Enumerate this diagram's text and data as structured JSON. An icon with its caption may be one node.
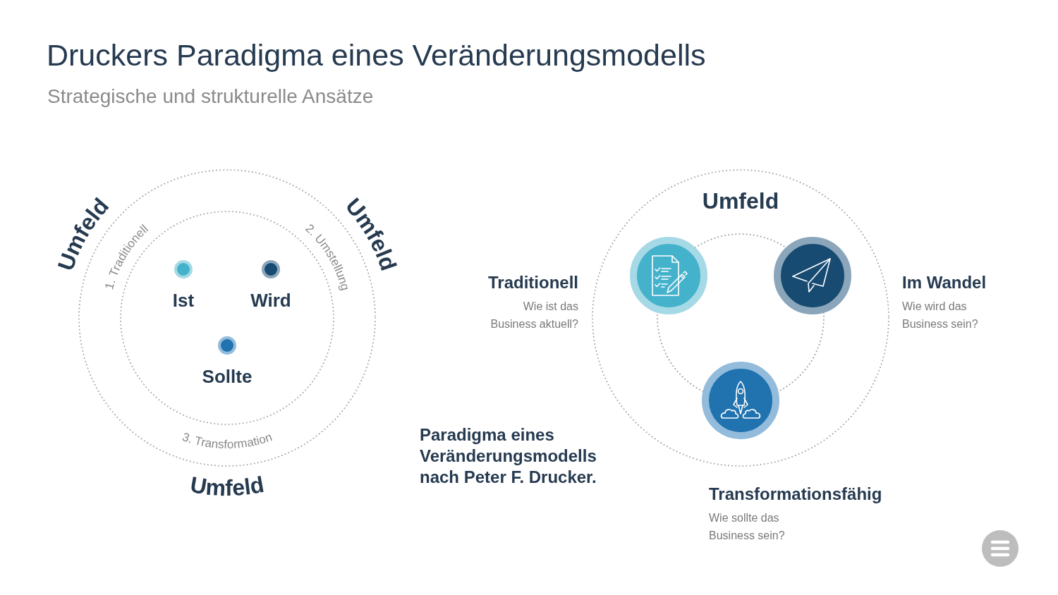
{
  "diagram": {
    "title": "Druckers Paradigma eines Veränderungsmodells",
    "nodes": [
      {
        "text": [
          "1. Traditionell",
          "2. Umstellung",
          "3. Transformation"
        ],
        "beside": [
          "Umfeld",
          "Umfeld",
          "Umfeld"
        ]
      },
      {
        "text": [],
        "shape": "circle",
        "in": 0
      },
      {
        "text": [
          "Ist"
        ],
        "in": 1
      },
      {
        "text": [
          "Wird"
        ],
        "in": 1
      },
      {
        "text": [
          "Sollte"
        ],
        "in": 1
      },
      {
        "text": [
          "Umfeld"
        ]
      },
      {
        "text": [],
        "shape": "circle",
        "in": 5,
        "beside": [
          "Traditionell",
          "Wie ist das Business aktuell?"
        ]
      },
      {
        "text": [],
        "shape": "circle",
        "in": 5,
        "beside": [
          "Im Wandel",
          "Wie wird das Business sein?"
        ]
      },
      {
        "text": [],
        "shape": "circle",
        "in": 5,
        "beside": [
          "Transformationsfähig",
          "Wie sollte das Business sein?"
        ]
      }
    ],
    "edges": [
      {
        "from": 6,
        "to": 7,
        "arrow": "none",
        "style": "dashed"
      },
      {
        "from": 7,
        "to": 8,
        "arrow": "none",
        "style": "dashed"
      },
      {
        "from": 8,
        "to": 6,
        "arrow": "none",
        "style": "dashed"
      }
    ],
    "labels": [
      "Strategische und strukturelle Ansätze",
      "Paradigma eines Veränderungsmodells nach Peter F. Drucker."
    ]
  }
}
